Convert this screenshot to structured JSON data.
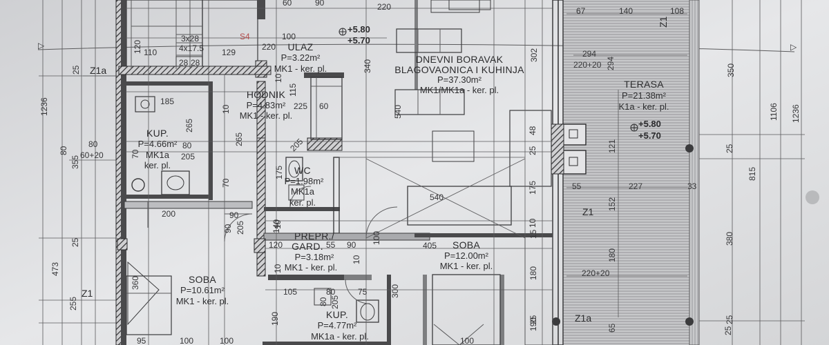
{
  "rooms": {
    "ulaz": {
      "name": "ULAZ",
      "area": "P=3.22m²",
      "floor": "MK1 - ker. pl."
    },
    "dnevni": {
      "name1": "DNEVNI BORAVAK",
      "name2": "BLAGOVAONICA I KUHINJA",
      "area": "P=37.30m²",
      "floor": "MK1/MK1a - ker. pl."
    },
    "hodnik": {
      "name": "HODNIK",
      "area": "P=4.83m²",
      "floor": "MK1 - ker. pl."
    },
    "terasa": {
      "name": "TERASA",
      "area": "P=21.38m²",
      "floor": "K1a - ker. pl."
    },
    "kup1": {
      "name": "KUP.",
      "area": "P=4.66m²",
      "floor1": "MK1a",
      "floor2": "ker. pl."
    },
    "wc": {
      "name": "WC",
      "area": "P=1.98m²",
      "floor1": "MK1a",
      "floor2": "ker. pl."
    },
    "prepr": {
      "name1": "PREPR./",
      "name2": "GARD.",
      "area": "P=3.18m²",
      "floor": "MK1 - ker. pl."
    },
    "soba2": {
      "name": "SOBA",
      "area": "P=12.00m²",
      "floor": "MK1 - ker. pl."
    },
    "soba1": {
      "name": "SOBA",
      "area": "P=10.61m²",
      "floor": "MK1 - ker. pl."
    },
    "kup2": {
      "name": "KUP.",
      "area": "P=4.77m²",
      "floor": "MK1a - ker. pl."
    }
  },
  "levels": {
    "top": "+5.80",
    "bottom": "+5.70",
    "terrace_top": "+5.80",
    "terrace_bottom": "+5.70"
  },
  "section_mark": "S4",
  "axes": {
    "z1a_left": "Z1a",
    "z1_left": "Z1",
    "z1_terrace": "Z1",
    "z1a_bottom": "Z1a",
    "z1_top": "Z1"
  },
  "dims": {
    "top": [
      "60",
      "90",
      "220",
      "67",
      "140",
      "108"
    ],
    "left_chain": [
      "1236",
      "80",
      "355",
      "25",
      "473",
      "255"
    ],
    "right_chain": [
      "350",
      "1106",
      "1236",
      "25",
      "815",
      "380",
      "25"
    ],
    "misc": [
      "100",
      "220",
      "3x28",
      "4x17.5",
      "28",
      "28",
      "120",
      "110",
      "129",
      "340",
      "302",
      "294",
      "220+20",
      "294",
      "185",
      "115",
      "225",
      "60",
      "10",
      "265",
      "80",
      "205",
      "80",
      "60+20",
      "70",
      "265",
      "70",
      "10",
      "175",
      "205",
      "540",
      "25",
      "48",
      "121",
      "152",
      "55",
      "227",
      "33",
      "175",
      "10",
      "540",
      "200",
      "90",
      "205",
      "90",
      "10",
      "140",
      "120",
      "55",
      "90",
      "100",
      "405",
      "15",
      "10",
      "180",
      "180",
      "220+20",
      "65",
      "10",
      "360",
      "105",
      "80",
      "75",
      "80",
      "205",
      "300",
      "190",
      "95",
      "100",
      "100",
      "190",
      "100",
      "25",
      "25",
      "25"
    ]
  }
}
